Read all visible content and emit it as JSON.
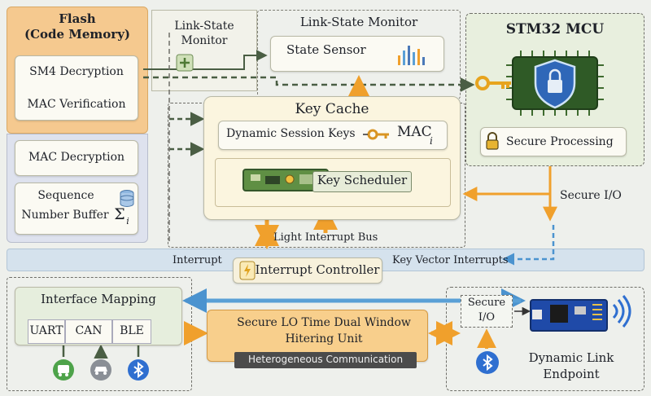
{
  "flash": {
    "title_line1": "Flash",
    "title_line2": "(Code Memory)",
    "sm4": "SM4 Decryption",
    "mac_verify": "MAC Verification"
  },
  "mac_decryption": "MAC Decryption",
  "seq_buffer": {
    "line1": "Sequence",
    "line2": "Number Buffer",
    "symbol": "Σ",
    "sub": "i"
  },
  "link_monitor_left": {
    "line1": "Link-State",
    "line2": "Monitor"
  },
  "link_monitor_main": {
    "title": "Link-State Monitor",
    "sensor": "State Sensor"
  },
  "stm32": {
    "title": "STM32 MCU",
    "secure_processing": "Secure Processing"
  },
  "key_cache": {
    "title": "Key Cache",
    "dynamic_keys": "Dynamic Session Keys",
    "mac_main": "MAC",
    "mac_sub": "i",
    "scheduler": "Key Scheduler"
  },
  "secure_io_right": "Secure I/O",
  "light_bus": "Light Interrupt Bus",
  "interrupt_label": "Interrupt",
  "interrupt_controller": "Interrupt Controller",
  "key_vector": "Key Vector Interrupts",
  "interface_mapping": {
    "title": "Interface Mapping",
    "ports": [
      "UART",
      "CAN",
      "BLE"
    ]
  },
  "filter_unit": {
    "line1": "Secure LO Time Dual Window",
    "line2": "Hitering Unit",
    "tag": "Heterogeneous Communication"
  },
  "endpoint": {
    "secure": "Secure",
    "io": "I/O",
    "line1": "Dynamic Link",
    "line2": "Endpoint"
  },
  "colors": {
    "flash_bg": "#f6c78b",
    "mac_bg": "#dde1ee",
    "stm_bg": "#e3ecd8",
    "bus_bg": "#d6e3ee",
    "accent_orange": "#f3a732",
    "accent_blue": "#5aa0d6",
    "dark_green": "#4a5e44"
  }
}
